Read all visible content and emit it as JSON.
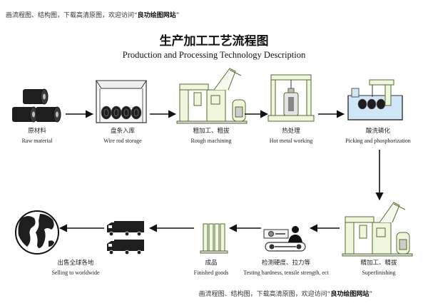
{
  "watermark": {
    "prefix": "画流程图、结构图，下载高清原图，欢迎访问“",
    "brand": "良功绘图网站",
    "suffix": "”"
  },
  "title": {
    "cn": "生产加工工艺流程图",
    "en": "Production and Processing Technology Description"
  },
  "colors": {
    "machine_fill": "#eef6dd",
    "machine_stroke": "#556b2f",
    "water": "#cfe6f7",
    "line": "#111111"
  },
  "steps": [
    {
      "id": "raw",
      "icon": "steel-coils-icon",
      "cn": "原材料",
      "en": "Raw material"
    },
    {
      "id": "storage",
      "icon": "coil-storage-bin-icon",
      "cn": "盘条入库",
      "en": "Wire rod storage"
    },
    {
      "id": "rough",
      "icon": "drawing-machine-icon",
      "cn": "粗加工、粗拔",
      "en": "Rough machining"
    },
    {
      "id": "heat",
      "icon": "heat-treatment-furnace-icon",
      "cn": "热处理",
      "en": "Hot metal working"
    },
    {
      "id": "pickling",
      "icon": "pickling-tank-icon",
      "cn": "酸洗磷化",
      "en": "Picking and phosphorization"
    },
    {
      "id": "finish",
      "icon": "finishing-machine-icon",
      "cn": "精加工、精拔",
      "en": "Superfinishing"
    },
    {
      "id": "testing",
      "icon": "testing-station-icon",
      "cn": "检测硬度、拉力等",
      "en": "Testing hardness, tensile strength, ect"
    },
    {
      "id": "goods",
      "icon": "finished-goods-icon",
      "cn": "成品",
      "en": "Finished goods"
    },
    {
      "id": "sell",
      "icon": "globe-trucks-icon",
      "cn": "出售全球各地",
      "en": "Selling to worldwide"
    }
  ]
}
